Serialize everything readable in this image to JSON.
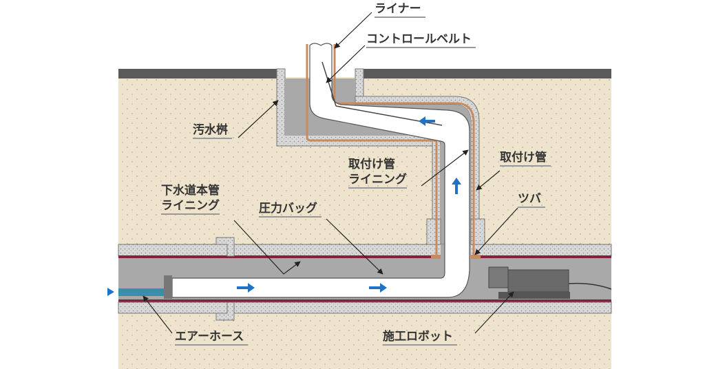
{
  "labels": {
    "liner": "ライナー",
    "control_belt": "コントロールベルト",
    "manhole": "汚水桝",
    "lateral_lining_1": "取付け管",
    "lateral_lining_2": "ライニング",
    "lateral_pipe": "取付け管",
    "flange": "ツバ",
    "main_lining_1": "下水道本管",
    "main_lining_2": "ライニング",
    "pressure_bag": "圧力バッグ",
    "air_hose": "エアーホース",
    "robot": "施工ロボット"
  },
  "colors": {
    "soil": "#eee3cc",
    "road": "#5a5a5a",
    "pipe_interior": "#a9a9a9",
    "lining": "#8a1f3a",
    "liner": "#c98a5e",
    "air_hose": "#3a8fa8",
    "flow_arrow": "#1e73c8"
  }
}
